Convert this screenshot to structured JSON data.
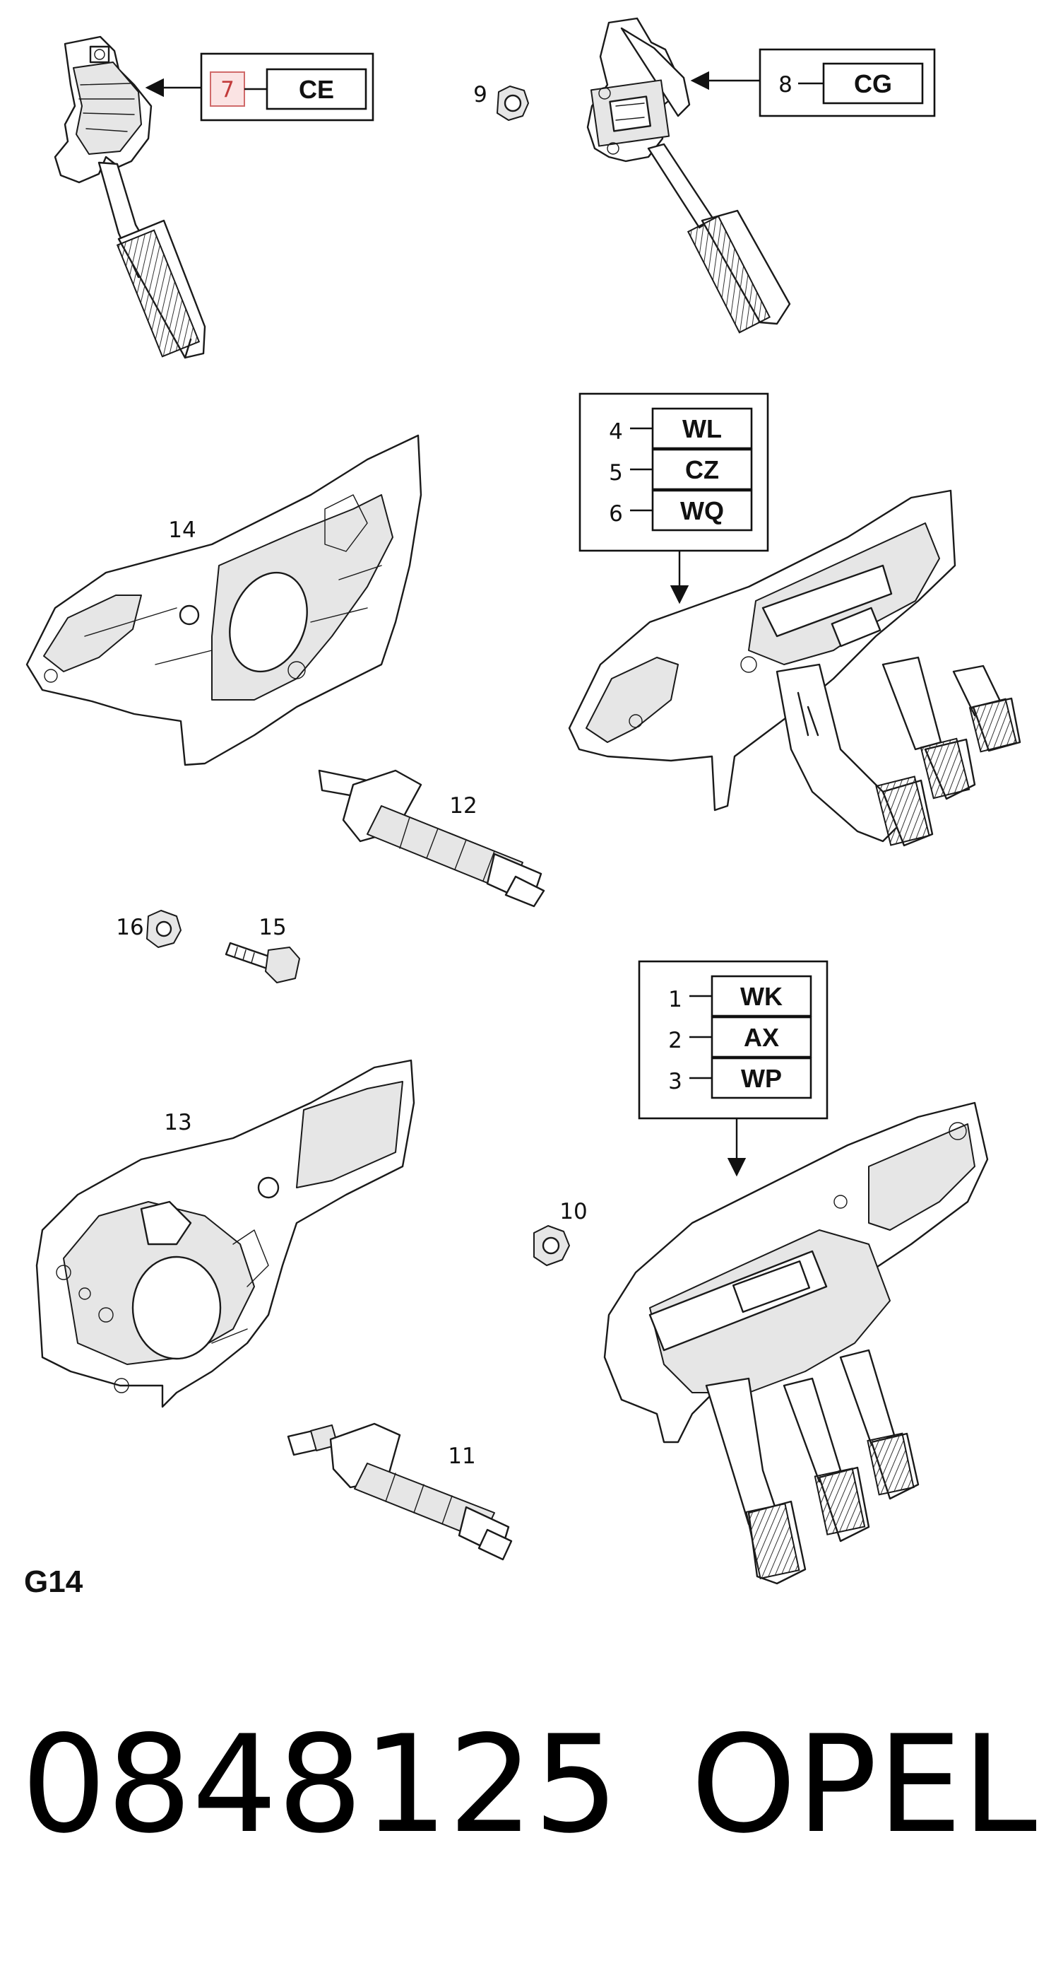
{
  "diagram_id": "G14",
  "footer": {
    "part_number": "0848125",
    "brand": "OPEL"
  },
  "callouts": {
    "p9": "9",
    "p10": "10",
    "p11": "11",
    "p12": "12",
    "p13": "13",
    "p14": "14",
    "p15": "15",
    "p16": "16"
  },
  "code_groups": {
    "ce": {
      "items": [
        {
          "num": "7",
          "code": "CE",
          "highlighted": true
        }
      ]
    },
    "cg": {
      "items": [
        {
          "num": "8",
          "code": "CG"
        }
      ]
    },
    "upper_set": {
      "items": [
        {
          "num": "4",
          "code": "WL"
        },
        {
          "num": "5",
          "code": "CZ"
        },
        {
          "num": "6",
          "code": "WQ"
        }
      ]
    },
    "lower_set": {
      "items": [
        {
          "num": "1",
          "code": "WK"
        },
        {
          "num": "2",
          "code": "AX"
        },
        {
          "num": "3",
          "code": "WP"
        }
      ]
    }
  },
  "colors": {
    "line": "#1a1a1a",
    "highlight_fill": "#fbe3e3",
    "highlight_text": "#c23a3a"
  }
}
